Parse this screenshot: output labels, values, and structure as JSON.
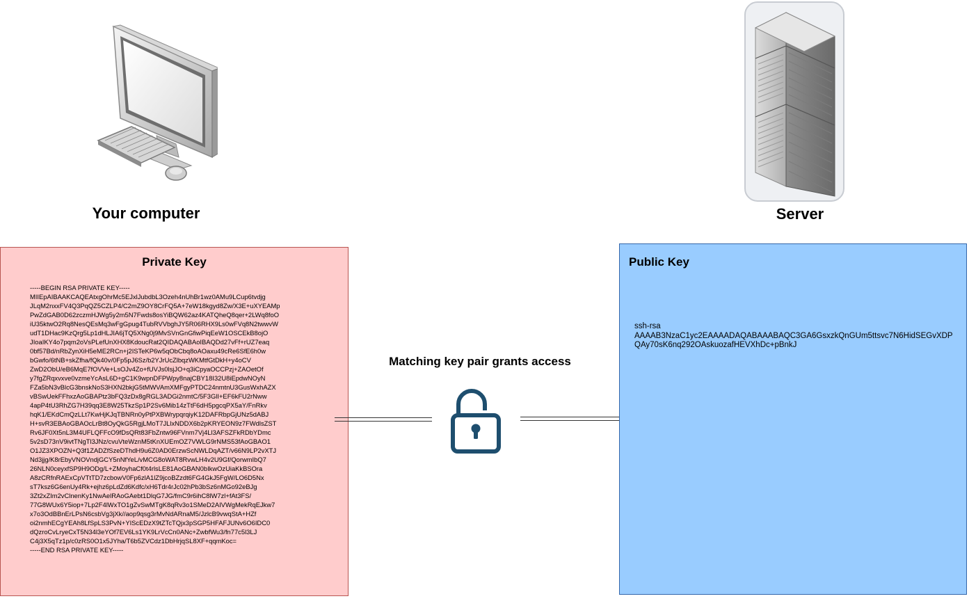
{
  "computer": {
    "caption": "Your computer",
    "icon": "desktop-computer-icon"
  },
  "server": {
    "caption": "Server",
    "icon": "server-rack-icon"
  },
  "center": {
    "label": "Matching key pair grants access",
    "icon": "unlocked-padlock-icon"
  },
  "private_key": {
    "title": "Private Key",
    "lines": [
      "-----BEGIN RSA PRIVATE KEY-----",
      "MIIEpAIBAAKCAQEAtxgOhrMc5EJxlJubdbL3Ozeh4nUhBr1wz0AMu9LCup6tvdjg",
      "JLqM2nxxFV4Q3PqQZ5CZLP4/C2mZ9OY8CrFQ5A+7eW18kgyd8Zw/X3E+uXYEAMp",
      "PwZdGAB0D62zczmHJWg5y2m5N7Fwds8osYiBQW62az4KATQheQ8qer+2LWq8foO",
      "iU35ktwO2Rq8NesQEsMq3wFgGpug4TubRVVbghJY5R06RHX9Ls0wFVq8N2twwvW",
      "udT1DHac9KzQrg5Lp1dHLJIA6jTQ5XNg0j9MvSVnGnGfiwPiqEeW1OSCEkB8ojO",
      "JIoaIKY4o7pqm2oVsPLefUnXHX8KdoucRat2QIDAQABAoIBAQDd27vFf+rUZ7eaq",
      "0bf57Bd/nRbZynXiH5eME2RCn+j2ISTeKP6w5qObCbq8oAOaxu49cRe6SfE6h0w",
      "bGwfo/6tNB+skZfha/fQk40v/0Fp5pJ6Sz/b2YJrUcZlbqzWKMtfGtDkH+y4oCV",
      "ZwD2ObU/eB6MqE7fOVVe+LsOJv4Zo+fUVJs0lsjJO+q3iCpyaOCCPzj+ZAOetOf",
      "y7fgZRqxvxve0vzmeYcAsL6D+gC1K9wpnDFPWpy8najCBY18I32U8iEpdwNOyN",
      "FZa5bN3vBlcG3bnskNoS3HXN2bkjG5tMWVAmXMFgyPTDC24nmtnU3GusWxhAZX",
      "vBSwUekFFhxzAoGBAPtz3bFQ3zDx8gRGL3ADGi2nmtC/5F3GlI+EF6kFU2rNww",
      "4apP4tU3RhZG7H39qq3E8W25TkzSp1P2Sv6Mib14zTtF6dH5pgcqPX5aY/FnRkv",
      "hqK1/EKdCmQzLLt7KwHjKJqTBNRn0yPtPXBWrypqrqiyK12DAFRbpGjUNz5dABJ",
      "H+svR3EBAoGBAOcLrBt8OyQkG5RgjLMoT7JLlxNDDX6b2pKRYEON9z7FWdlsZST",
      "Rv6JF0Xt5nL3M4UFLQFFcO9fDsQRt83FbZntw96FVnm7Vj4Ll3AFSZFkRDbYDmc",
      "5v2sD73nV9ivtTNgTl3JNz/cvuVteWznM5tKnXUEmOZ7VWLG9rNMS53fAoGBAO1",
      "O1JZ3XPOZN+Q3f1ZADZfSzeDThdH9u6Z0AD0ErzwScNWLDqAZT/v66N9LP2vXTJ",
      "Nd3jjg/K8rEbyVNOVndjGCY5nNfYeL/vMCG8oWAT8RvwLH4v2U9Gf/QorwmIbQ7",
      "26NLN0ceyxfSP9H9ODg/L+ZMoyhaCf0t4rlsLE81AoGBAN0bIkwOzUiaKkBSOra",
      "A8zCRfnRAExCpVTtTD7zcbowV0Fp6zlA1lZ9jcoBZzdt6FG4GkJ5FgW/LO6D5Nx",
      "sT7ksz6G6enUy4Rk+ejhz6pLdZd6Kdfc/xH6Tdr4rJc02hPb3bSz6nMGo92eBJg",
      "3Zt2xZIm2vClnenKy1NwAelRAoGAebt1DlqG7JG/fmC9r6ihC8lW7zl+fAt3FS/",
      "77G8WUx6Y5iop+7Lp2F4lWxTO1gZvSwMTgK8qRv3o1SMeD2AIVWgMekRqEJkw7",
      "x7o3OdBBnErLPsN6csbVg3jXk//aop9qsg3rMvNdARnaM5/JzlcB9vwqStA+HZf",
      "oi2nmhECgYEAh8LfSpLS3PvN+YIScEDzX9tZTcTQjx3pSGP5HFAFJUNv6O6IDC0",
      "dQzroCvLryeCxT5N34l3eYOf7EV6Ls1YK9LrVcCn0ANc+ZwbfWu3/fn77c5l3LJ",
      "C4j3X5qTz1p/c0zRS0O1x5JYha/T6b5ZVCdz1DbHrjqSL8XF+qqmKoc=",
      "-----END RSA PRIVATE KEY-----"
    ]
  },
  "public_key": {
    "title": "Public Key",
    "lines": [
      "ssh-rsa",
      "AAAAB3NzaC1yc2EAAAADAQABAAABAQC3GA6GsxzkQnGUm5ttsvc7N6HidSEGvXDP",
      "QAy70sK6nq292OAskuozafHEVXhDc+pBnkJ"
    ]
  },
  "colors": {
    "private_fill": "#ffcccc",
    "private_border": "#b85450",
    "public_fill": "#99ccff",
    "public_border": "#3366aa",
    "lock": "#1e4e6e"
  }
}
